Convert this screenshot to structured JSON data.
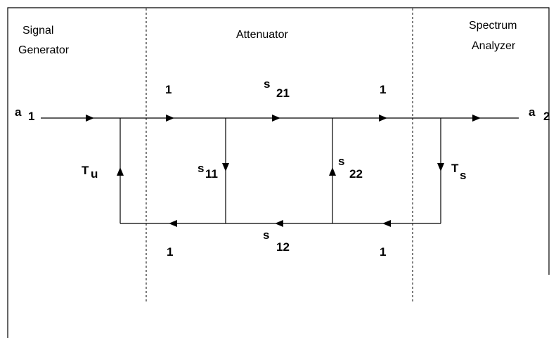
{
  "sections": {
    "generator": [
      "Signal",
      "Generator"
    ],
    "attenuator": "Attenuator",
    "analyzer": [
      "Spectrum",
      "Analyzer"
    ]
  },
  "nodes": {
    "a1": {
      "sym": "a",
      "sub": "1"
    },
    "a2": {
      "sym": "a",
      "sub": "2"
    }
  },
  "branches": {
    "top_left_gain": "1",
    "top_right_gain": "1",
    "bottom_left_gain": "1",
    "bottom_right_gain": "1",
    "s21": {
      "sym": "s",
      "sub": "21"
    },
    "s12": {
      "sym": "s",
      "sub": "12"
    },
    "s11": {
      "sym": "s",
      "sub": "11"
    },
    "s22": {
      "sym": "s",
      "sub": "22"
    },
    "tu": {
      "sym": "T",
      "sub": "u"
    },
    "ts": {
      "sym": "T",
      "sub": "s"
    }
  }
}
